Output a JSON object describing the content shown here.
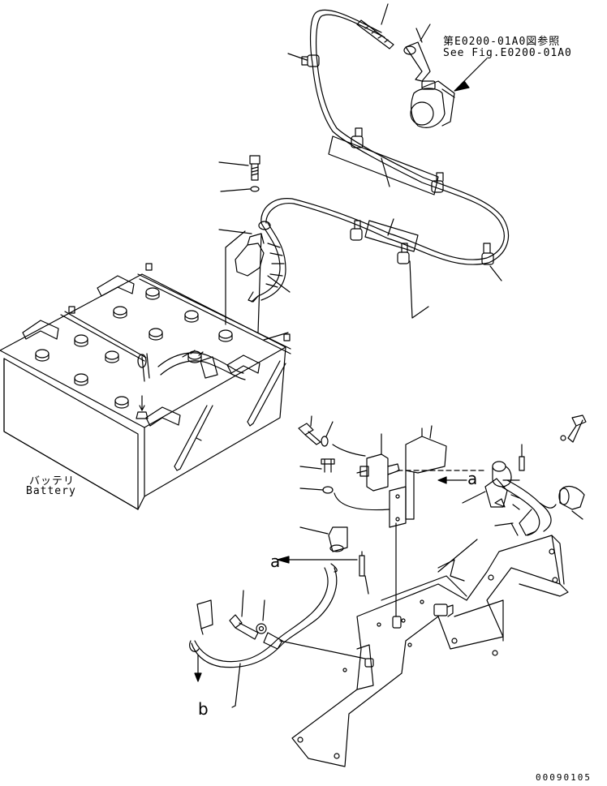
{
  "reference": {
    "japanese": "第E0200-01A0図参照",
    "english": "See Fig.E0200-01A0"
  },
  "battery": {
    "japanese": "バッテリ",
    "english": "Battery"
  },
  "arrow_labels": {
    "a_right": "a",
    "a_left": "a",
    "b": "b"
  },
  "figure_number": "00090105"
}
